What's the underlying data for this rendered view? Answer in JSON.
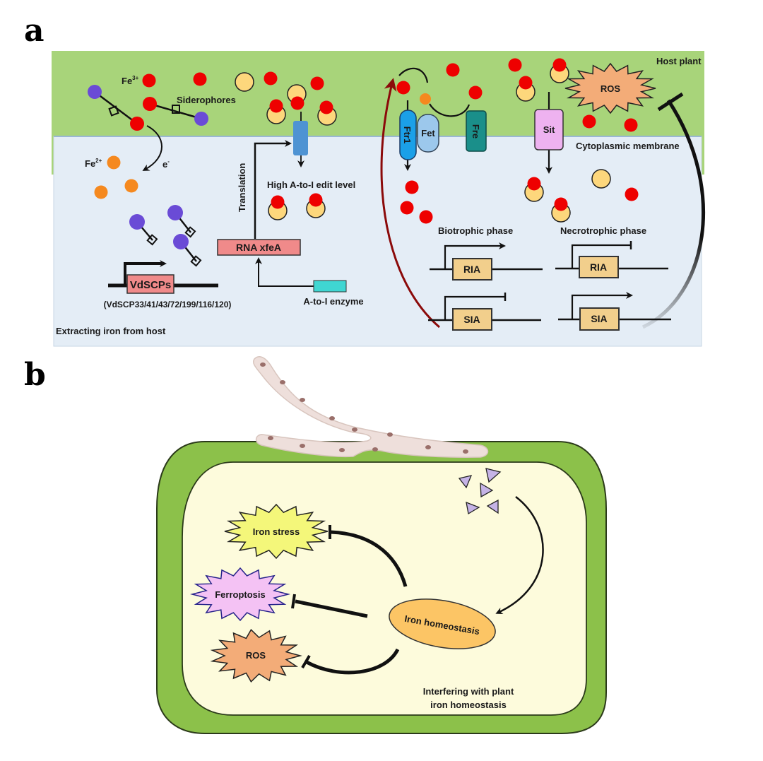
{
  "panels": {
    "a": {
      "letter": "a",
      "labels": {
        "fe3": "Fe",
        "fe3_sup": "3+",
        "fe2": "Fe",
        "fe2_sup": "2+",
        "electron": "e",
        "electron_sup": "-",
        "siderophores": "Siderophores",
        "translation": "Translation",
        "high_edit": "High A-to-I edit level",
        "rna_xfea": "RNA xfeA",
        "a_to_i_enzyme": "A-to-I enzyme",
        "vdscps": "VdSCPs",
        "vdscps_list": "(VdSCP33/41/43/72/199/116/120)",
        "extracting": "Extracting iron from host",
        "host_plant": "Host plant",
        "cytoplasmic_membrane": "Cytoplasmic membrane",
        "ros": "ROS",
        "ftr1": "Ftr1",
        "fet": "Fet",
        "fre": "Fre",
        "sit": "Sit",
        "biotrophic": "Biotrophic phase",
        "necrotrophic": "Necrotrophic phase",
        "ria_bio": "RIA",
        "sia_bio": "SIA",
        "ria_nec": "RIA",
        "sia_nec": "SIA"
      }
    },
    "b": {
      "letter": "b",
      "labels": {
        "iron_stress": "Iron stress",
        "ferroptosis": "Ferroptosis",
        "ros": "ROS",
        "iron_homeostasis": "Iron homeostasis",
        "caption_line1": "Interfering with  plant",
        "caption_line2": "iron homeostasis"
      }
    }
  },
  "colors": {
    "host_green": "#a8d47a",
    "cytoplasm_blue": "#e4edf6",
    "fe3_red": "#ee0000",
    "fe2_orange": "#f5891f",
    "siderophore_yellow": "#fdd77c",
    "vdscp_purple": "#6a4bd6",
    "ftr1_blue": "#1ba0e8",
    "fet_lightblue": "#9cc8ec",
    "fre_teal": "#1a8f8a",
    "sit_pink": "#eeb2f0",
    "gene_box": "#f2cf8c",
    "rna_box": "#f08a8a",
    "enzyme_cyan": "#3fd6d2",
    "ros_orange": "#f3ac78",
    "iron_stress_yellow": "#f4f77a",
    "ferroptosis_pink": "#f4c2f4",
    "homeostasis_orange": "#fcc565",
    "cell_wall_green": "#8cc14a",
    "cell_inner": "#fdfbdc",
    "hyphae": "#eedfdb",
    "effector_purple": "#c5b3e6",
    "dark_red_arrow": "#8b0a0a"
  }
}
